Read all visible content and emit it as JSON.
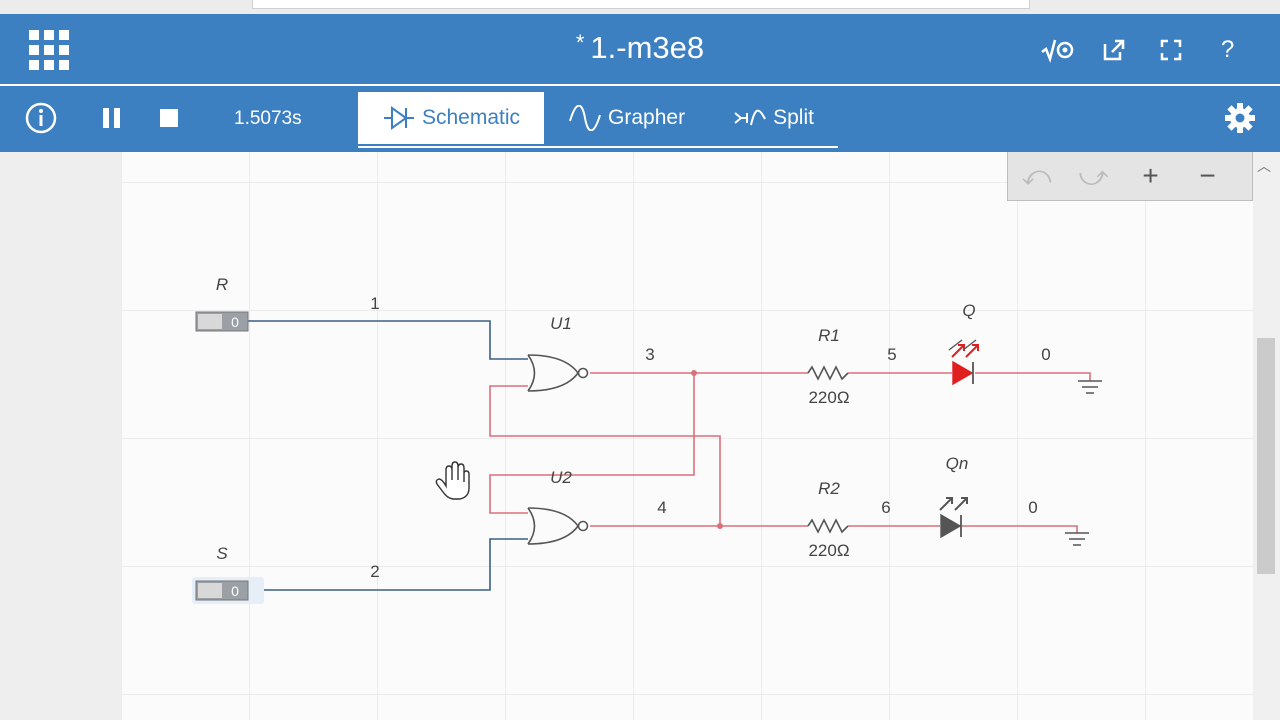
{
  "app": {
    "title": "1.-m3e8",
    "modified_marker": "*",
    "actions": [
      {
        "name": "sqrt-analyze-icon",
        "glyph": "√⊚"
      },
      {
        "name": "export-icon",
        "glyph": "⇗"
      },
      {
        "name": "fullscreen-icon",
        "glyph": "⛶"
      },
      {
        "name": "help-icon",
        "glyph": "?"
      }
    ]
  },
  "toolbar": {
    "time": "1.5073s",
    "tabs": [
      {
        "label": "Schematic",
        "active": true
      },
      {
        "label": "Grapher",
        "active": false
      },
      {
        "label": "Split",
        "active": false
      }
    ]
  },
  "zoom": {
    "undo": "⤺",
    "redo": "⤻",
    "zoom_in": "+",
    "zoom_out": "−"
  },
  "schematic": {
    "switches": [
      {
        "label": "R",
        "value": "0"
      },
      {
        "label": "S",
        "value": "0"
      }
    ],
    "gates": [
      {
        "label": "U1"
      },
      {
        "label": "U2"
      }
    ],
    "resistors": [
      {
        "label": "R1",
        "value": "220Ω"
      },
      {
        "label": "R2",
        "value": "220Ω"
      }
    ],
    "leds": [
      {
        "label": "Q"
      },
      {
        "label": "Qn"
      }
    ],
    "nodes": [
      "1",
      "2",
      "3",
      "4",
      "5",
      "6",
      "0",
      "0"
    ],
    "colors": {
      "wire_low": "#3b5f86",
      "wire_high": "#d9707a",
      "led_on": "#e01f1f",
      "led_off": "#555555",
      "accent": "#3d80c2"
    }
  }
}
